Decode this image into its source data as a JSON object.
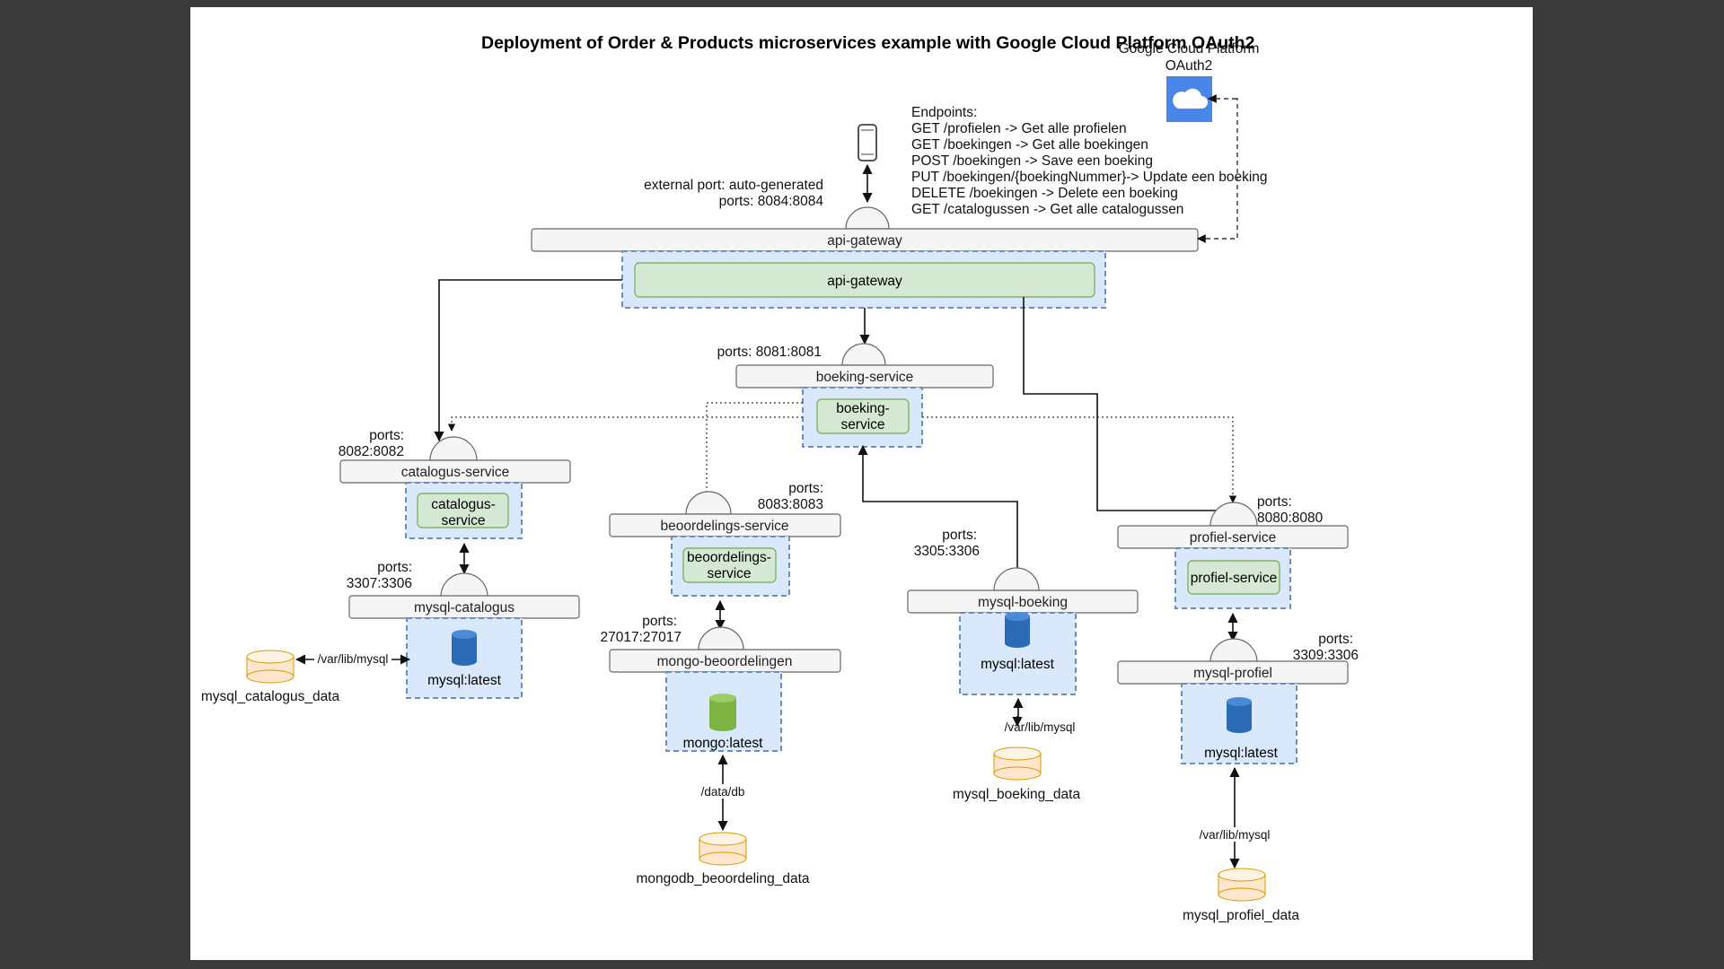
{
  "title": "Deployment of Order & Products microservices example with Google Cloud Platform OAuth2",
  "cloud": {
    "line1": "Google Cloud Platform",
    "line2": "OAuth2",
    "icon": "cloud-icon",
    "color": "#4285f4"
  },
  "endpoints": [
    "Endpoints:",
    "GET /profielen -> Get alle profielen",
    "GET /boekingen -> Get alle boekingen",
    "POST /boekingen -> Save een boeking",
    "PUT /boekingen/{boekingNummer}-> Update een boeking",
    "DELETE /boekingen -> Delete een boeking",
    "GET /catalogussen -> Get alle catalogussen"
  ],
  "client_icon": "smartphone-icon",
  "gateway": {
    "port_line1": "external port: auto-generated",
    "port_line2": "ports: 8084:8084",
    "bar": "api-gateway",
    "container": "api-gateway"
  },
  "boeking": {
    "ports": "ports: 8081:8081",
    "bar": "boeking-service",
    "container_1": "boeking-",
    "container_2": "service"
  },
  "catalogus": {
    "ports_1": "ports:",
    "ports_2": "8082:8082",
    "bar": "catalogus-service",
    "container_1": "catalogus-",
    "container_2": "service"
  },
  "beoordelings": {
    "ports_1": "ports:",
    "ports_2": "8083:8083",
    "bar": "beoordelings-service",
    "container_1": "beoordelings-",
    "container_2": "service"
  },
  "profiel": {
    "ports_1": "ports:",
    "ports_2": "8080:8080",
    "bar": "profiel-service",
    "container": "profiel-service"
  },
  "mysql_catalogus": {
    "ports_1": "ports:",
    "ports_2": "3307:3306",
    "bar": "mysql-catalogus",
    "image": "mysql:latest",
    "mount": "/var/lib/mysql",
    "volume": "mysql_catalogus_data"
  },
  "mongo": {
    "ports_1": "ports:",
    "ports_2": "27017:27017",
    "bar": "mongo-beoordelingen",
    "image": "mongo:latest",
    "mount": "/data/db",
    "volume": "mongodb_beoordeling_data"
  },
  "mysql_boeking": {
    "ports_1": "ports:",
    "ports_2": "3305:3306",
    "bar": "mysql-boeking",
    "image": "mysql:latest",
    "mount": "/var/lib/mysql",
    "volume": "mysql_boeking_data"
  },
  "mysql_profiel": {
    "ports_1": "ports:",
    "ports_2": "3309:3306",
    "bar": "mysql-profiel",
    "image": "mysql:latest",
    "mount": "/var/lib/mysql",
    "volume": "mysql_profiel_data"
  },
  "colors": {
    "bar_fill": "#f5f5f5",
    "bar_stroke": "#666666",
    "container_fill": "#dae8fc",
    "container_stroke": "#6c8ebf",
    "service_fill": "#d5e8d4",
    "service_stroke": "#82b366",
    "mysql_icon": "#2b6bb5",
    "mongo_icon": "#7cb342",
    "volume_fill": "#ffe6cc",
    "volume_stroke": "#d79b00"
  }
}
